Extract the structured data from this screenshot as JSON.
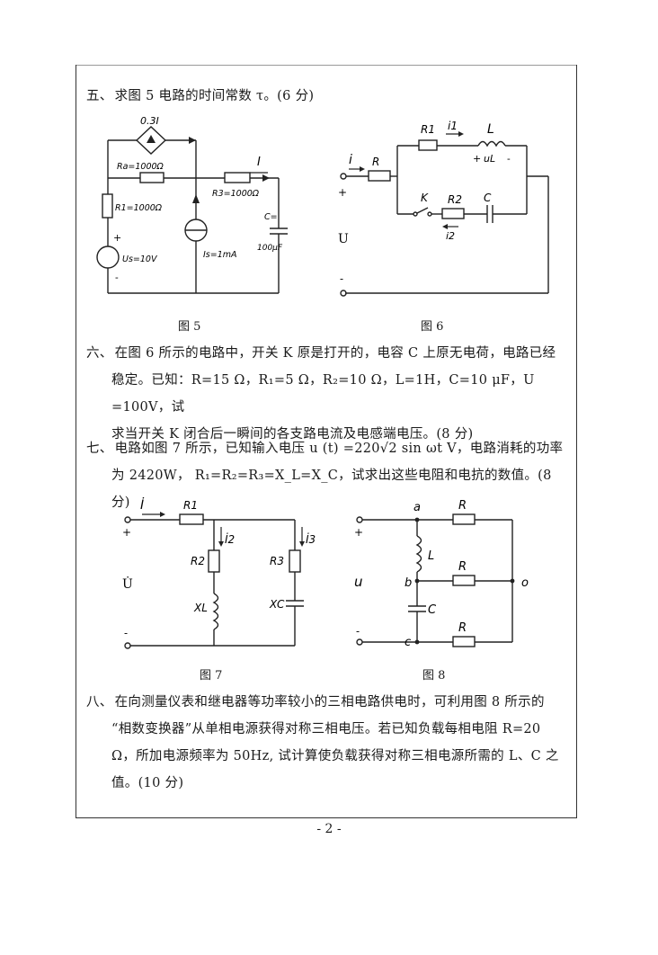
{
  "questions": {
    "q5": {
      "num": "五、",
      "text": "求图 5 电路的时间常数 τ。(6 分)"
    },
    "q6": {
      "num": "六、",
      "line1": "在图 6 所示的电路中，开关 K 原是打开的，电容 C 上原无电荷，电路已经",
      "line2": "稳定。已知：R=15 Ω，R₁=5 Ω，R₂=10 Ω，L=1H，C=10 μF，U =100V，试",
      "line3": "求当开关 K 闭合后一瞬间的各支路电流及电感端电压。(8 分)"
    },
    "q7": {
      "num": "七、",
      "line1": "电路如图 7 所示，已知输入电压 u (t) =220√2 sin ωt V，电路消耗的功率",
      "line2": "为 2420W，  R₁=R₂=R₃=X_L=X_C，试求出这些电阻和电抗的数值。(8 分)"
    },
    "q8": {
      "num": "八、",
      "line1": "在向测量仪表和继电器等功率较小的三相电路供电时，可利用图 8 所示的",
      "line2": "“相数变换器”从单相电源获得对称三相电压。若已知负载每相电阻 R=20",
      "line3": "Ω，所加电源频率为 50Hz, 试计算使负载获得对称三相电源所需的 L、C 之",
      "line4": "值。(10 分)"
    }
  },
  "figures": {
    "fig5": {
      "caption": "图 5",
      "labels": {
        "ccs": "0.3I",
        "ra": "Ra=1000Ω",
        "r3": "R3=1000Ω",
        "current": "I",
        "r1": "R1=1000Ω",
        "plus": "+",
        "us": "Us=10V",
        "minus": "-",
        "is": "Is=1mA",
        "c": "C=",
        "cval": "100μF"
      }
    },
    "fig6": {
      "caption": "图 6",
      "labels": {
        "r1": "R1",
        "i1": "i1",
        "l": "L",
        "ul_plus": "+",
        "ul": "uL",
        "ul_minus": "-",
        "i": "i",
        "r": "R",
        "plus": "+",
        "k": "K",
        "r2": "R2",
        "c": "C",
        "i2": "i2",
        "u": "U",
        "minus": "-"
      }
    },
    "fig7": {
      "caption": "图 7",
      "labels": {
        "i": "İ",
        "r1": "R1",
        "plus": "+",
        "i2": "İ2",
        "i3": "İ3",
        "r2": "R2",
        "r3": "R3",
        "u": "U̇",
        "xl": "XL",
        "xc": "XC",
        "minus": "-"
      }
    },
    "fig8": {
      "caption": "图 8",
      "labels": {
        "a": "a",
        "r_top": "R",
        "plus": "+",
        "l": "L",
        "r_mid": "R",
        "u": "u",
        "b": "b",
        "o": "o",
        "c_cap": "C",
        "r_bot": "R",
        "minus": "-",
        "c": "c"
      }
    }
  },
  "page_number": "- 2 -"
}
